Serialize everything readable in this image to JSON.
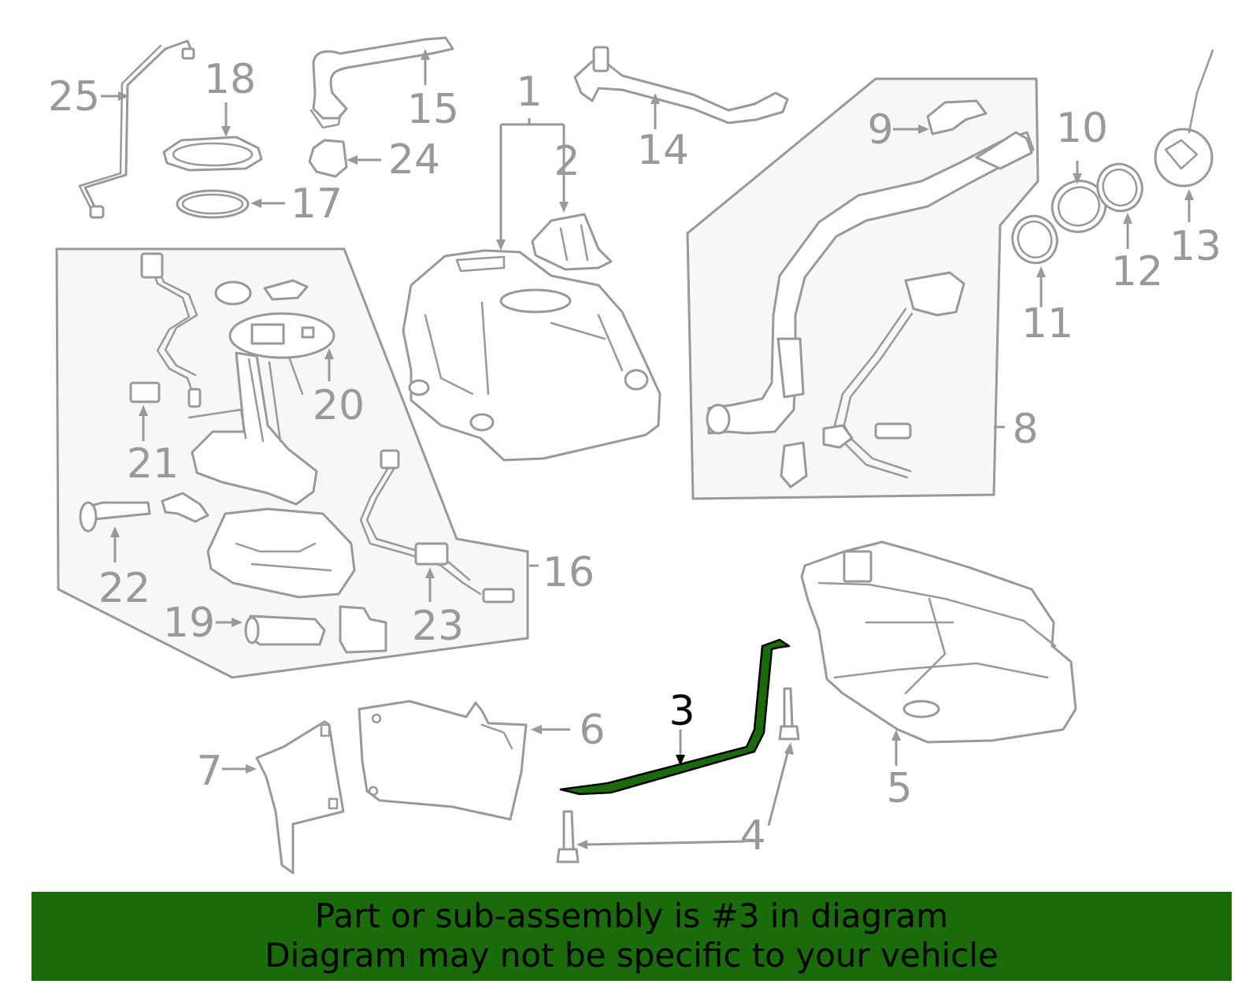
{
  "diagram": {
    "highlight_color": "#1a6b0a",
    "callouts": [
      {
        "id": "1",
        "label": "1"
      },
      {
        "id": "2",
        "label": "2"
      },
      {
        "id": "3",
        "label": "3",
        "highlighted": true
      },
      {
        "id": "4",
        "label": "4"
      },
      {
        "id": "5",
        "label": "5"
      },
      {
        "id": "6",
        "label": "6"
      },
      {
        "id": "7",
        "label": "7"
      },
      {
        "id": "8",
        "label": "8"
      },
      {
        "id": "9",
        "label": "9"
      },
      {
        "id": "10",
        "label": "10"
      },
      {
        "id": "11",
        "label": "11"
      },
      {
        "id": "12",
        "label": "12"
      },
      {
        "id": "13",
        "label": "13"
      },
      {
        "id": "14",
        "label": "14"
      },
      {
        "id": "15",
        "label": "15"
      },
      {
        "id": "16",
        "label": "16"
      },
      {
        "id": "17",
        "label": "17"
      },
      {
        "id": "18",
        "label": "18"
      },
      {
        "id": "19",
        "label": "19"
      },
      {
        "id": "20",
        "label": "20"
      },
      {
        "id": "21",
        "label": "21"
      },
      {
        "id": "22",
        "label": "22"
      },
      {
        "id": "23",
        "label": "23"
      },
      {
        "id": "24",
        "label": "24"
      },
      {
        "id": "25",
        "label": "25"
      }
    ]
  },
  "banner": {
    "line1": "Part or sub-assembly is #3 in diagram",
    "line2": "Diagram may not be specific to your vehicle",
    "background": "#1a6b0a"
  }
}
